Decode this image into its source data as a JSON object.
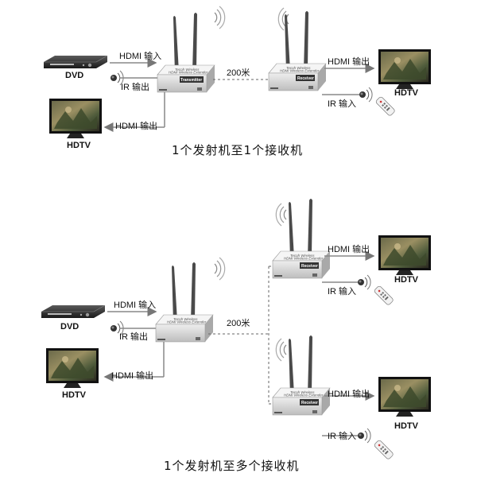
{
  "top": {
    "dvd_label": "DVD",
    "hdtv_left_label": "HDTV",
    "hdtv_right_label": "HDTV",
    "hdmi_in": "HDMI 输入",
    "ir_out": "IR 输出",
    "hdmi_out_left": "HDMI 输出",
    "distance": "200米",
    "hdmi_out_right": "HDMI 输出",
    "ir_in": "IR 输入",
    "caption": "1个发射机至1个接收机"
  },
  "bottom": {
    "dvd_label": "DVD",
    "hdtv_left_label": "HDTV",
    "hdmi_in": "HDMI 输入",
    "ir_out": "IR 输出",
    "hdmi_out_left": "HDMI 输出",
    "distance": "200米",
    "rx1_hdmi_out": "HDMI 输出",
    "rx1_hdtv": "HDTV",
    "rx1_ir_in": "IR 输入",
    "rx2_hdmi_out": "HDMI 输出",
    "rx2_hdtv": "HDTV",
    "rx2_ir_in": "IR 输入",
    "caption": "1个发射机至多个接收机"
  },
  "device": {
    "brand": "Tecoh Wireless",
    "model": "HDMI Wireless Extender",
    "tx_badge": "Transmitter",
    "rx_badge": "Receiver"
  },
  "colors": {
    "line": "#888888",
    "device_body": "#d9d9d9",
    "badge": "#333333"
  },
  "icons": [
    "dvd-player-icon",
    "tv-icon",
    "antenna-icon",
    "wifi-waves-icon",
    "remote-icon",
    "ir-sensor-icon"
  ]
}
